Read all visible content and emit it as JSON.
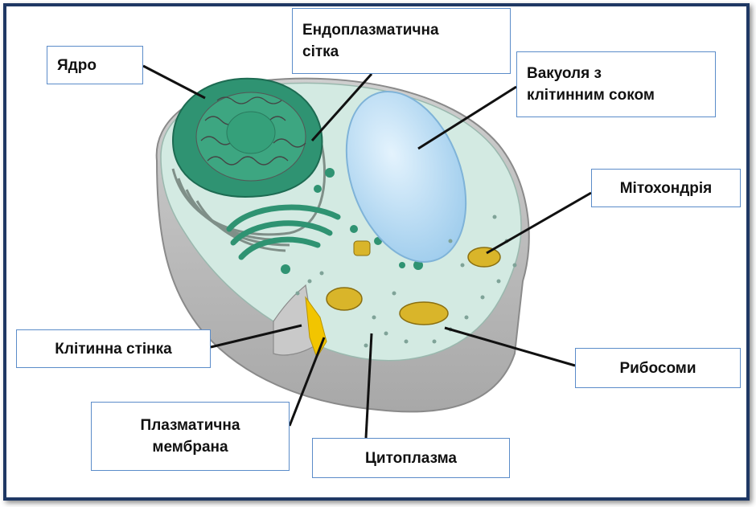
{
  "labels": {
    "nucleus": "Ядро",
    "er_line1": "Ендоплазматична",
    "er_line2": "сітка",
    "vacuole_line1": "Вакуоля з",
    "vacuole_line2": "клітинним соком",
    "mitochondria": "Мітохондрія",
    "cell_wall": "Клітинна стінка",
    "ribosomes": "Рибосоми",
    "membrane_line1": "Плазматична",
    "membrane_line2": "мембрана",
    "cytoplasm": "Цитоплазма"
  },
  "colors": {
    "frame": "#1f3864",
    "label_border": "#5b8cc9",
    "cell_wall": "#b8b8b8",
    "cytoplasm": "#cfe8e0",
    "nucleus": "#3a9a78",
    "vacuole": "#a9d3ef",
    "mitochondria": "#d9b52a"
  }
}
